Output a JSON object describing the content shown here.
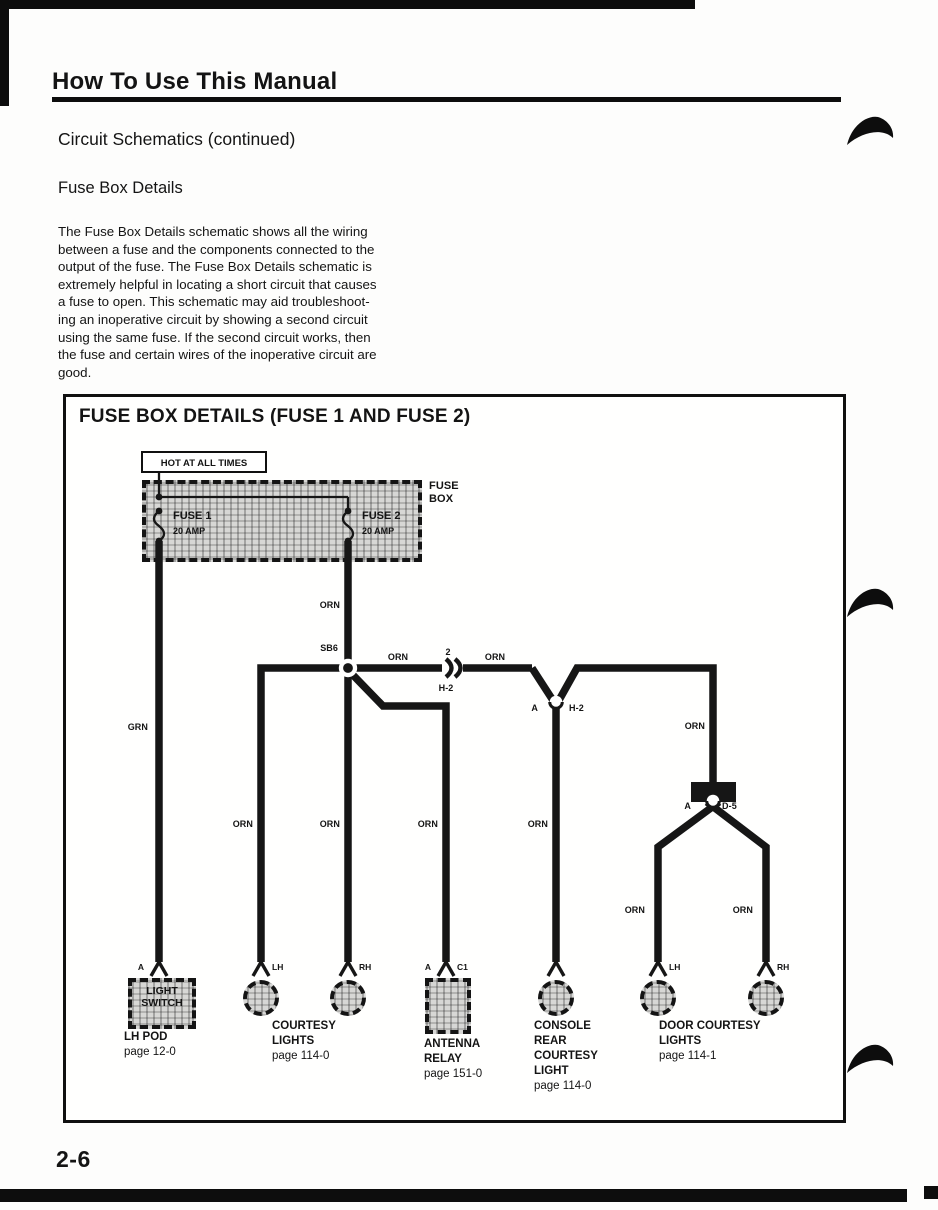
{
  "page": {
    "header_title": "How To Use This Manual",
    "section_title": "Circuit Schematics (continued)",
    "subsection_title": "Fuse Box Details",
    "body": "The Fuse Box Details schematic shows all the wiring\nbetween a fuse and the components connected to the\noutput of the fuse. The Fuse Box Details schematic is\nextremely helpful in locating a short circuit that causes\na fuse to open. This schematic may aid troubleshoot-\ning an inoperative circuit by showing a second circuit\nusing the same fuse. If the second circuit works, then\nthe fuse and certain wires of the inoperative circuit are\ngood.",
    "page_number": "2-6"
  },
  "schematic": {
    "title": "FUSE BOX DETAILS (FUSE 1 AND FUSE 2)",
    "power_label": "HOT AT ALL TIMES",
    "fusebox_label": {
      "line1": "FUSE",
      "line2": "BOX"
    },
    "fuse1": {
      "name": "FUSE 1",
      "rating": "20 AMP"
    },
    "fuse2": {
      "name": "FUSE 2",
      "rating": "20 AMP"
    },
    "splice": "SB6",
    "conn_h2": {
      "pin": "2",
      "name": "H-2"
    },
    "conn_console": {
      "pin": "A",
      "name": "H-2"
    },
    "conn_door": {
      "pin": "A",
      "name": "D-5"
    },
    "wires": {
      "grn": "GRN",
      "orn": "ORN"
    },
    "pins": {
      "ls_a": "A",
      "cl_lh": "LH",
      "cl_rh": "RH",
      "ar_a": "A",
      "ar_c1": "C1",
      "dc_lh": "LH",
      "dc_rh": "RH"
    },
    "components": {
      "light_switch": {
        "label_line1": "LIGHT",
        "label_line2": "SWITCH",
        "name": "LH POD",
        "page": "page 12-0"
      },
      "courtesy_lights": {
        "name_line1": "COURTESY",
        "name_line2": "LIGHTS",
        "page": "page 114-0"
      },
      "antenna_relay": {
        "name_line1": "ANTENNA",
        "name_line2": "RELAY",
        "page": "page 151-0"
      },
      "console_light": {
        "name_line1": "CONSOLE",
        "name_line2": "REAR",
        "name_line3": "COURTESY",
        "name_line4": "LIGHT",
        "page": "page 114-0"
      },
      "door_lights": {
        "name_line1": "DOOR COURTESY",
        "name_line2": "LIGHTS",
        "page": "page 114-1"
      }
    }
  },
  "colors": {
    "ink": "#141414",
    "paper": "#fdfdfc",
    "halftone": "#d7d7d5"
  }
}
